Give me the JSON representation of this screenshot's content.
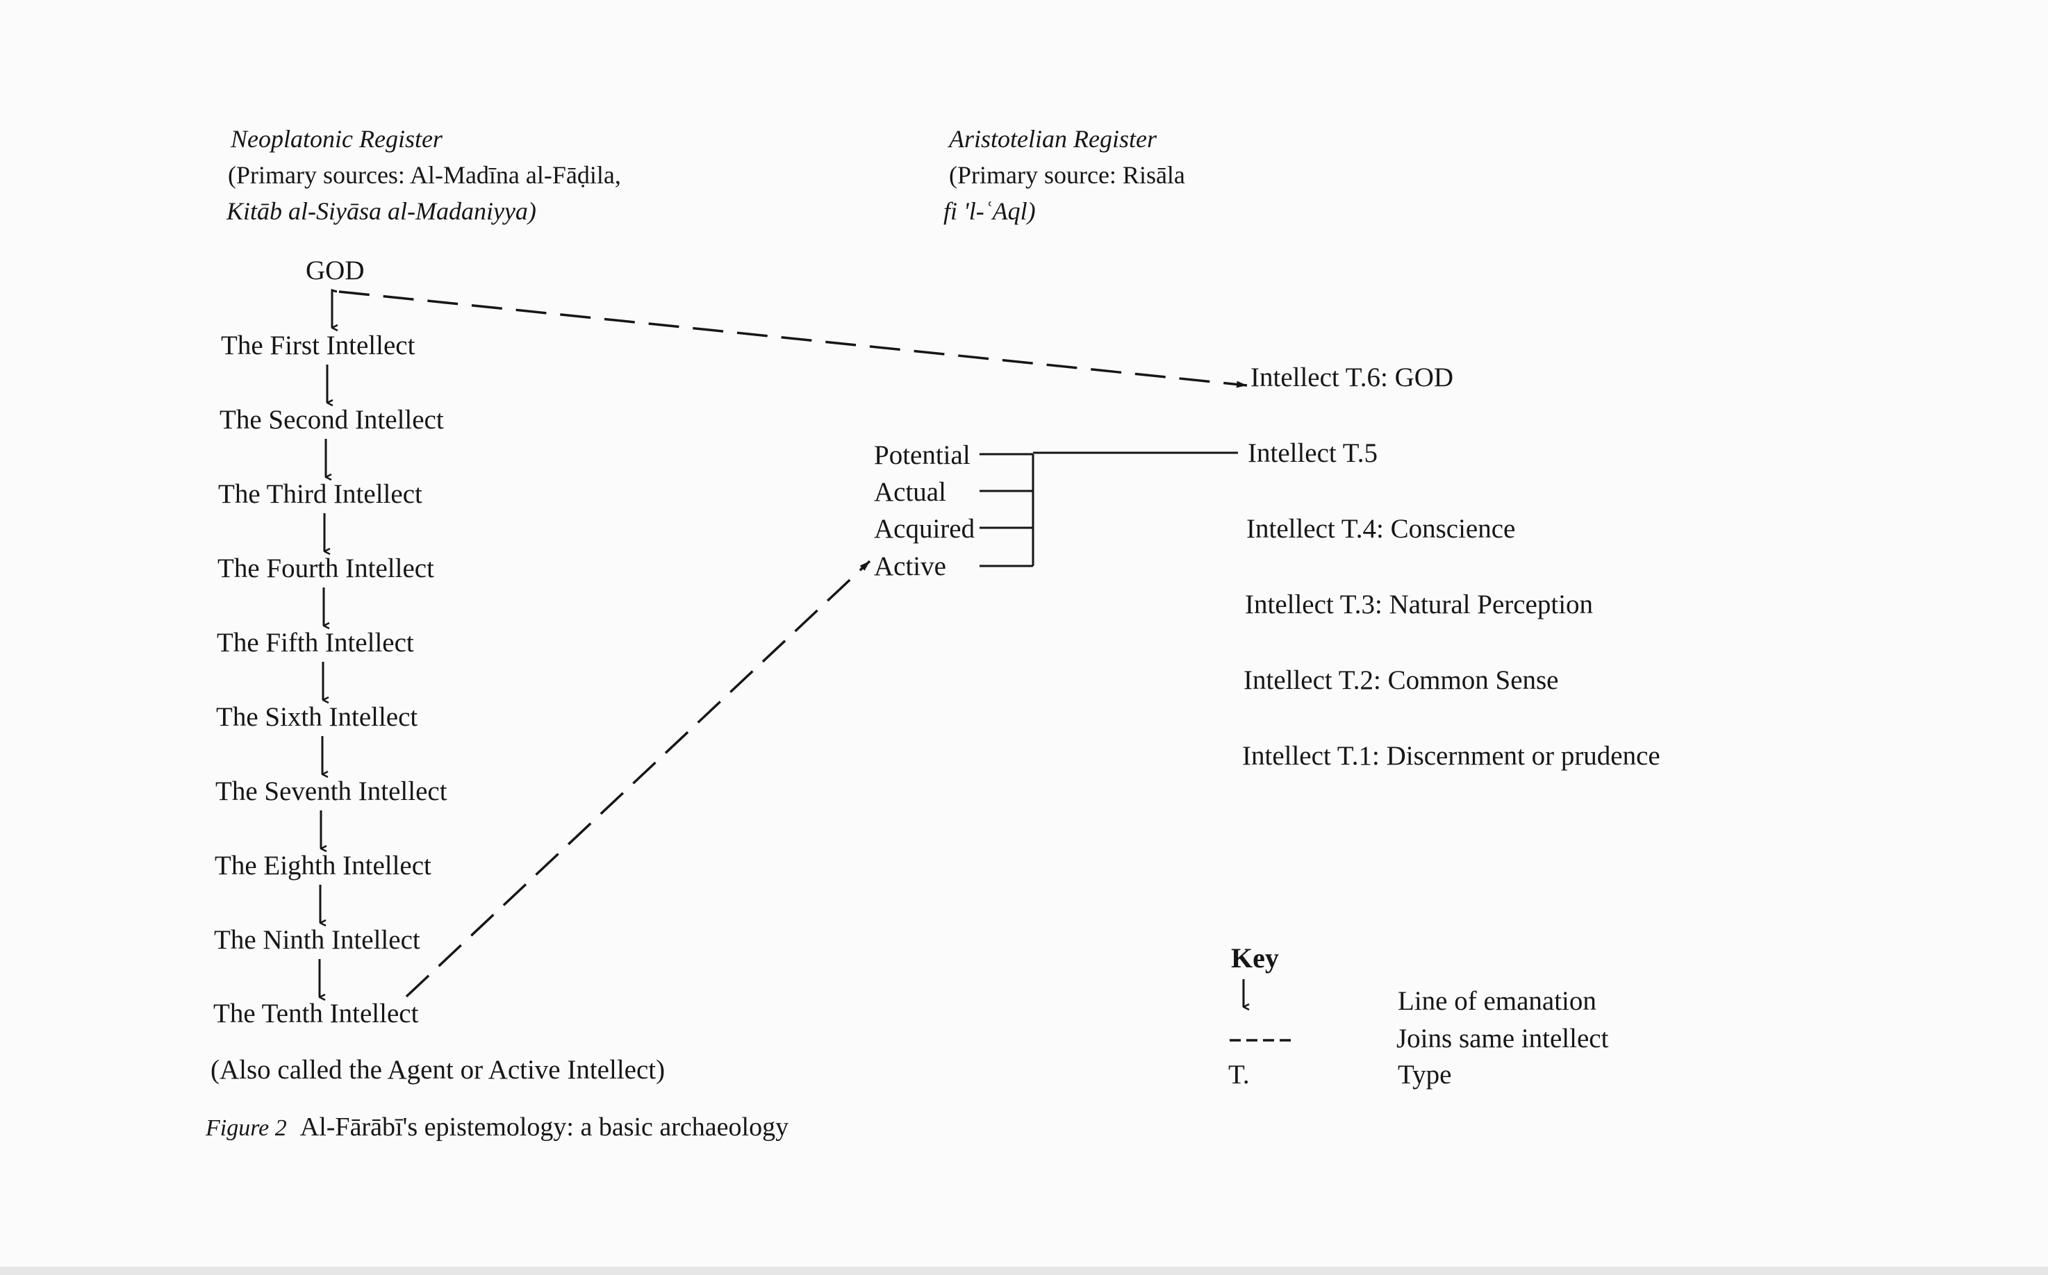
{
  "neoplatonic": {
    "title": "Neoplatonic Register",
    "sources_line1": "(Primary sources: Al-Madīna al-Fāḍila,",
    "sources_line2": "Kitāb al-Siyāsa al-Madaniyya)"
  },
  "aristotelian": {
    "title": "Aristotelian Register",
    "sources_line1": "(Primary source: Risāla",
    "sources_line2": "fi 'l-ʿAql)"
  },
  "left_chain": {
    "top": "GOD",
    "items": [
      "The First Intellect",
      "The Second Intellect",
      "The Third Intellect",
      "The Fourth Intellect",
      "The Fifth Intellect",
      "The Sixth Intellect",
      "The Seventh Intellect",
      "The Eighth Intellect",
      "The Ninth Intellect",
      "The Tenth Intellect"
    ],
    "note": "(Also called the Agent or Active Intellect)"
  },
  "middle_group": {
    "items": [
      "Potential",
      "Actual",
      "Acquired",
      "Active"
    ]
  },
  "right_types": {
    "items": [
      "Intellect T.6: GOD",
      "Intellect T.5",
      "Intellect T.4: Conscience",
      "Intellect T.3: Natural Perception",
      "Intellect T.2: Common Sense",
      "Intellect T.1: Discernment or prudence"
    ]
  },
  "key": {
    "title": "Key",
    "entries": [
      {
        "symbol": "arrow",
        "label": "Line of emanation"
      },
      {
        "symbol": "dashed",
        "label": "Joins same intellect"
      },
      {
        "symbol": "T.",
        "label": "Type"
      }
    ]
  },
  "caption": {
    "figure": "Figure 2",
    "text": "Al-Fārābī's epistemology: a basic archaeology"
  }
}
